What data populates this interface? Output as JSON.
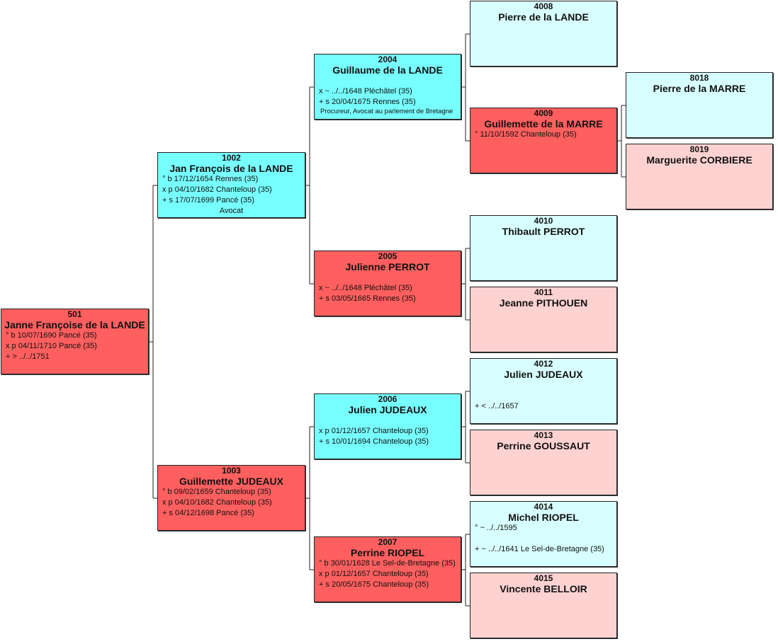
{
  "persons": {
    "p501": {
      "num": "501",
      "name": "Janne Françoise de la LANDE",
      "events": [
        "° b 10/07/1690 Pancé (35)",
        "x p 04/11/1710 Pancé (35)",
        "+ > ../../1751"
      ]
    },
    "p1002": {
      "num": "1002",
      "name": "Jan François de la LANDE",
      "events": [
        "° b 17/12/1654 Rennes (35)",
        "x p 04/10/1682 Chanteloup (35)",
        "+ s 17/07/1699 Pancé (35)"
      ],
      "occupation": "Avocat"
    },
    "p1003": {
      "num": "1003",
      "name": "Guillemette JUDEAUX",
      "events": [
        "° b 09/02/1659 Chanteloup (35)",
        "x p 04/10/1682 Chanteloup (35)",
        "+ s 04/12/1698 Pancé (35)"
      ]
    },
    "p2004": {
      "num": "2004",
      "name": "Guillaume de la LANDE",
      "events": [
        "x ~ ../../1648 Pléchâtel (35)",
        "+ s 20/04/1675 Rennes (35)"
      ],
      "occupation": "Procureur, Avocat au parlement de Bretagne"
    },
    "p2005": {
      "num": "2005",
      "name": "Julienne PERROT",
      "events": [
        "x ~ ../../1648 Pléchâtel (35)",
        "+ s 03/05/1665 Rennes (35)"
      ]
    },
    "p2006": {
      "num": "2006",
      "name": "Julien JUDEAUX",
      "events": [
        "x p 01/12/1657 Chanteloup (35)",
        "+ s 10/01/1694 Chanteloup (35)"
      ]
    },
    "p2007": {
      "num": "2007",
      "name": "Perrine RIOPEL",
      "events": [
        "° b 30/01/1628 Le Sel-de-Bretagne (35)",
        "x p 01/12/1657 Chanteloup (35)",
        "+ s 20/05/1675 Chanteloup (35)"
      ]
    },
    "p4008": {
      "num": "4008",
      "name": "Pierre de la LANDE"
    },
    "p4009": {
      "num": "4009",
      "name": "Guillemette de la MARRE",
      "events": [
        "° 11/10/1592 Chanteloup (35)"
      ]
    },
    "p4010": {
      "num": "4010",
      "name": "Thibault PERROT"
    },
    "p4011": {
      "num": "4011",
      "name": "Jeanne PITHOUEN"
    },
    "p4012": {
      "num": "4012",
      "name": "Julien JUDEAUX",
      "events": [
        "+ < ../../1657"
      ]
    },
    "p4013": {
      "num": "4013",
      "name": "Perrine GOUSSAUT"
    },
    "p4014": {
      "num": "4014",
      "name": "Michel RIOPEL",
      "events": [
        "° ~ ../../1595",
        "+ ~ ../../1641 Le Sel-de-Bretagne (35)"
      ]
    },
    "p4015": {
      "num": "4015",
      "name": "Vincente BELLOIR"
    },
    "p8018": {
      "num": "8018",
      "name": "Pierre de la MARRE"
    },
    "p8019": {
      "num": "8019",
      "name": "Marguerite CORBIERE"
    }
  },
  "colors": {
    "male_strong": "#77ffff",
    "male_light": "#d8ffff",
    "female_strong": "#ff5f5f",
    "female_light": "#ffd2d2",
    "line": "#222222"
  }
}
